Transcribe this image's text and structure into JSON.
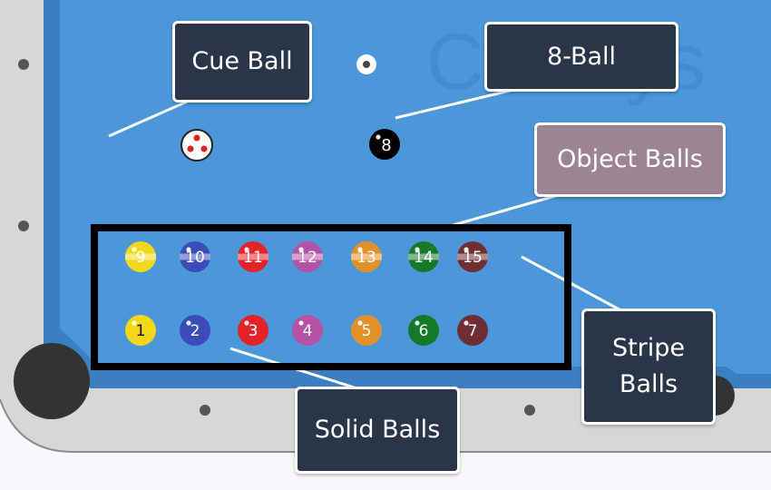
{
  "labels": {
    "cue_ball": "Cue Ball",
    "eight_ball": "8-Ball",
    "object_balls": "Object Balls",
    "stripe_balls_line1": "Stripe",
    "stripe_balls_line2": "Balls",
    "solid_balls": "Solid Balls"
  },
  "watermark": "CueSys",
  "balls": {
    "cue": {
      "name": "cue-ball",
      "color": "#ffffff",
      "dot_color": "#e3201b"
    },
    "eight": {
      "number": "8",
      "color": "#000000"
    },
    "stripes": [
      {
        "number": "9",
        "color": "#f2d81b"
      },
      {
        "number": "10",
        "color": "#3b4bb8"
      },
      {
        "number": "11",
        "color": "#e4222a"
      },
      {
        "number": "12",
        "color": "#b552a6"
      },
      {
        "number": "13",
        "color": "#e2902a"
      },
      {
        "number": "14",
        "color": "#15792a"
      },
      {
        "number": "15",
        "color": "#6e2e33"
      }
    ],
    "solids": [
      {
        "number": "1",
        "color": "#f2d81b"
      },
      {
        "number": "2",
        "color": "#3b4bb8"
      },
      {
        "number": "3",
        "color": "#e4222a"
      },
      {
        "number": "4",
        "color": "#b552a6"
      },
      {
        "number": "5",
        "color": "#e2902a"
      },
      {
        "number": "6",
        "color": "#15792a"
      },
      {
        "number": "7",
        "color": "#6e2e33"
      }
    ]
  },
  "colors": {
    "felt": "#4b97da",
    "cushion": "#3a7fbf",
    "rail": "#d7d7d7",
    "rail_border": "#8c8c8c",
    "pocket": "#333333",
    "callout": "#2a3547",
    "callout_object": "#9b8591"
  }
}
